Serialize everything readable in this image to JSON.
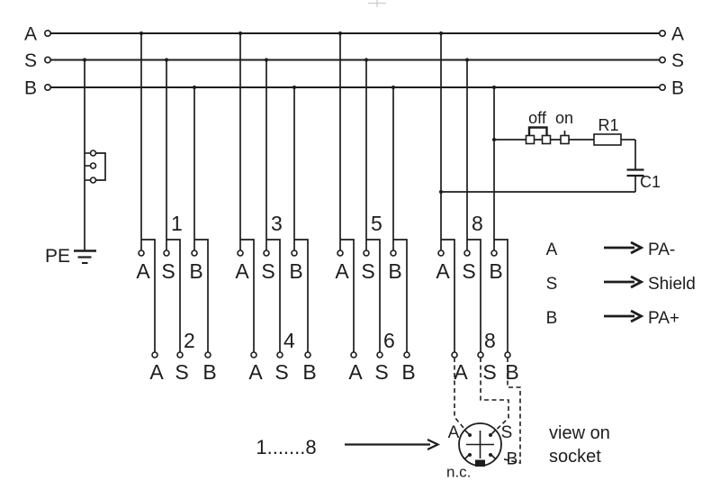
{
  "buses": {
    "left_labels": [
      "A",
      "S",
      "B"
    ],
    "right_labels": [
      "A",
      "S",
      "B"
    ]
  },
  "pe": {
    "label": "PE"
  },
  "tap_groups": [
    {
      "top_number": "1",
      "bottom_number": "2",
      "top_terminals": [
        "A",
        "S",
        "B"
      ],
      "bottom_terminals": [
        "A",
        "S",
        "B"
      ]
    },
    {
      "top_number": "3",
      "bottom_number": "4",
      "top_terminals": [
        "A",
        "S",
        "B"
      ],
      "bottom_terminals": [
        "A",
        "S",
        "B"
      ]
    },
    {
      "top_number": "5",
      "bottom_number": "6",
      "top_terminals": [
        "A",
        "S",
        "B"
      ],
      "bottom_terminals": [
        "A",
        "S",
        "B"
      ]
    },
    {
      "top_number": "8",
      "bottom_number": "8",
      "top_terminals": [
        "A",
        "S",
        "B"
      ],
      "bottom_terminals": [
        "A",
        "S",
        "B"
      ]
    }
  ],
  "terminator": {
    "off_label": "off",
    "on_label": "on",
    "resistor_label": "R1",
    "capacitor_label": "C1"
  },
  "legend": [
    {
      "signal": "A",
      "meaning": "PA-"
    },
    {
      "signal": "S",
      "meaning": "Shield"
    },
    {
      "signal": "B",
      "meaning": "PA+"
    }
  ],
  "socket_view": {
    "range_label": "1.......8",
    "pin_top_left": "A",
    "pin_top_right": "S",
    "pin_bottom_right": "B",
    "pin_bottom_left": "n.c.",
    "caption_line1": "view on",
    "caption_line2": "socket"
  },
  "colors": {
    "line": "#1d1d1b",
    "background": "#ffffff"
  }
}
